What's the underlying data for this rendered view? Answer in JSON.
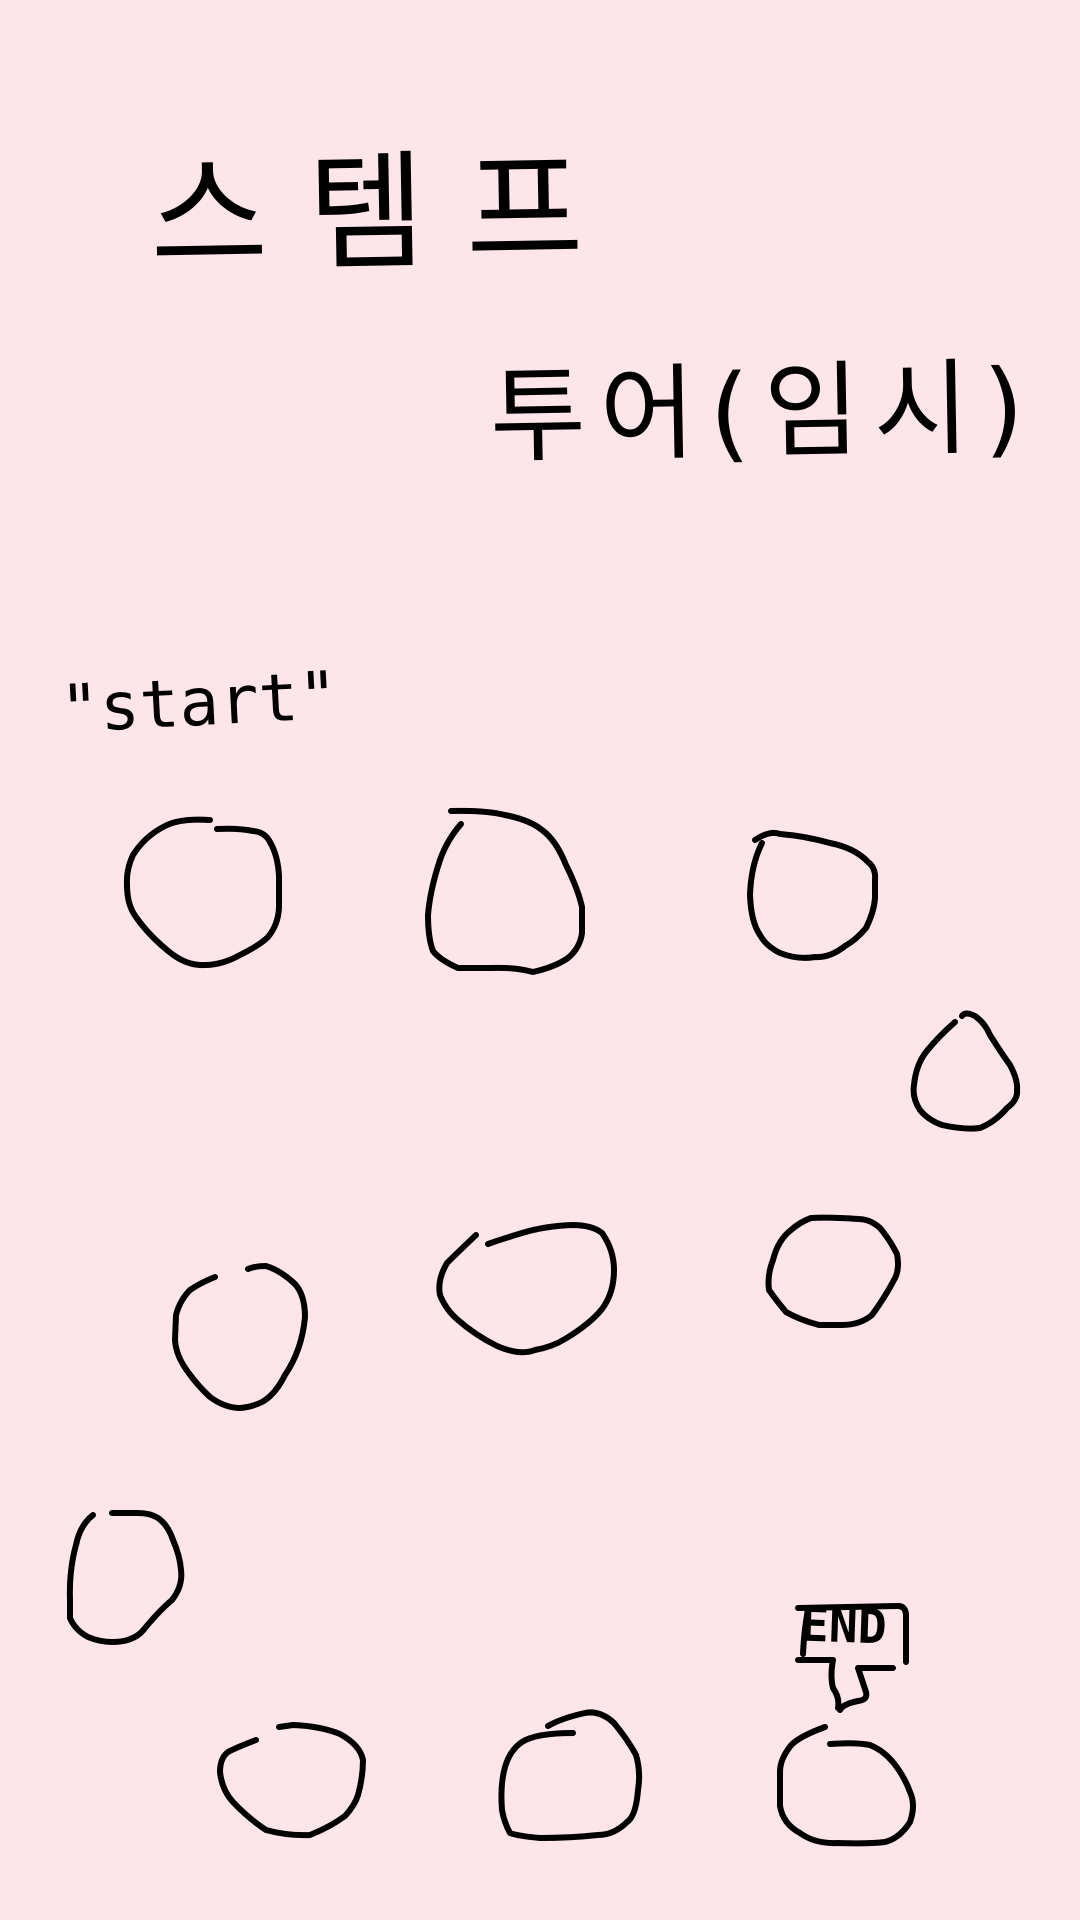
{
  "title": {
    "line1": "스템프",
    "line2": "투어(임시)"
  },
  "labels": {
    "start": "\"start\"",
    "end": "END"
  },
  "stamp_spots": [
    {
      "name": "stamp-spot-1"
    },
    {
      "name": "stamp-spot-2"
    },
    {
      "name": "stamp-spot-3"
    },
    {
      "name": "stamp-spot-4"
    },
    {
      "name": "stamp-spot-5"
    },
    {
      "name": "stamp-spot-6"
    },
    {
      "name": "stamp-spot-7"
    },
    {
      "name": "stamp-spot-8"
    },
    {
      "name": "stamp-spot-9"
    },
    {
      "name": "stamp-spot-10"
    },
    {
      "name": "stamp-spot-11"
    }
  ],
  "colors": {
    "background": "#fde5e9",
    "ink": "#000000"
  }
}
